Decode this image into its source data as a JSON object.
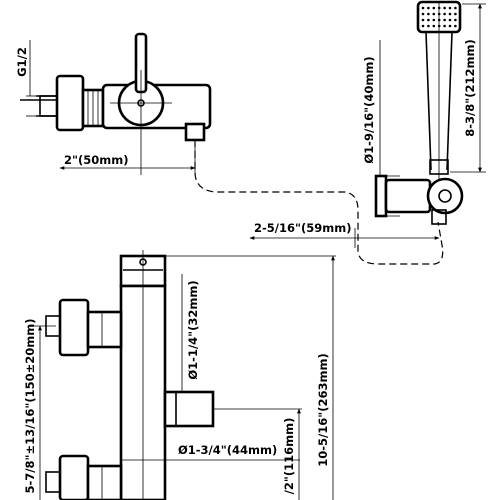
{
  "dimensions": {
    "thread": "G1/2",
    "center_offset": "2\"(50mm)",
    "handshower_diameter": "Ø1-9/16\"(40mm)",
    "handshower_length": "8-3/8\"(212mm)",
    "holder_offset": "2-5/16\"(59mm)",
    "pipe_diameter": "Ø1-1/4\"(32mm)",
    "connector_diameter": "Ø1-3/4\"(44mm)",
    "total_height": "10-5/16\"(263mm)",
    "outlet_height": "/2\"(116mm)",
    "inlet_spacing": "5-7/8\"±13/16\"(150±20mm)"
  }
}
